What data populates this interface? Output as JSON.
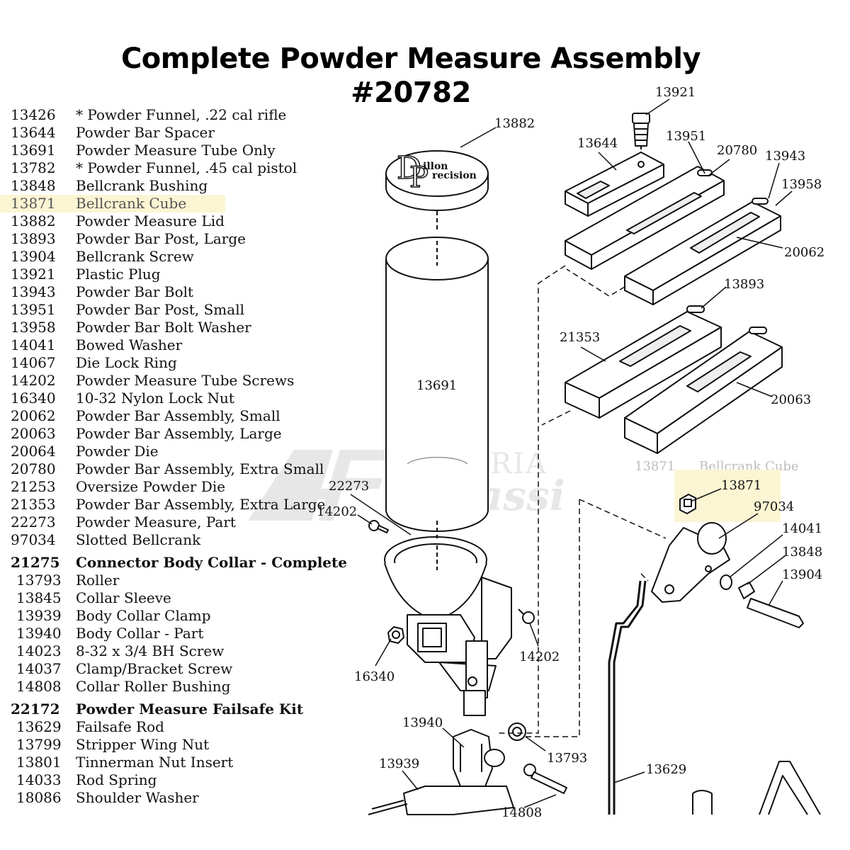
{
  "title": {
    "line1": "Complete Powder Measure Assembly",
    "line2": "#20782"
  },
  "parts": [
    {
      "num": "13426",
      "desc": "* Powder Funnel, .22 cal rifle"
    },
    {
      "num": "13644",
      "desc": "Powder Bar Spacer"
    },
    {
      "num": "13691",
      "desc": "Powder Measure Tube Only"
    },
    {
      "num": "13782",
      "desc": "* Powder Funnel, .45 cal pistol"
    },
    {
      "num": "13848",
      "desc": "Bellcrank Bushing"
    },
    {
      "num": "13871",
      "desc": "Bellcrank Cube"
    },
    {
      "num": "13882",
      "desc": "Powder Measure Lid"
    },
    {
      "num": "13893",
      "desc": "Powder Bar Post, Large"
    },
    {
      "num": "13904",
      "desc": "Bellcrank Screw"
    },
    {
      "num": "13921",
      "desc": "Plastic Plug"
    },
    {
      "num": "13943",
      "desc": "Powder Bar Bolt"
    },
    {
      "num": "13951",
      "desc": "Powder Bar Post, Small"
    },
    {
      "num": "13958",
      "desc": "Powder Bar Bolt Washer"
    },
    {
      "num": "14041",
      "desc": "Bowed Washer"
    },
    {
      "num": "14067",
      "desc": "Die Lock Ring"
    },
    {
      "num": "14202",
      "desc": "Powder Measure Tube Screws"
    },
    {
      "num": "16340",
      "desc": "10-32 Nylon Lock Nut"
    },
    {
      "num": "20062",
      "desc": "Powder Bar Assembly, Small"
    },
    {
      "num": "20063",
      "desc": "Powder Bar Assembly, Large"
    },
    {
      "num": "20064",
      "desc": "Powder Die"
    },
    {
      "num": "20780",
      "desc": "Powder Bar Assembly, Extra Small"
    },
    {
      "num": "21253",
      "desc": "Oversize Powder Die"
    },
    {
      "num": "21353",
      "desc": "Powder Bar Assembly, Extra Large"
    },
    {
      "num": "22273",
      "desc": "Powder Measure, Part"
    },
    {
      "num": "97034",
      "desc": "Slotted Bellcrank"
    }
  ],
  "groups": [
    {
      "num": "21275",
      "desc": "Connector Body Collar - Complete",
      "items": [
        {
          "num": "13793",
          "desc": "Roller"
        },
        {
          "num": "13845",
          "desc": "Collar Sleeve"
        },
        {
          "num": "13939",
          "desc": "Body Collar Clamp"
        },
        {
          "num": "13940",
          "desc": "Body Collar - Part"
        },
        {
          "num": "14023",
          "desc": "8-32 x 3/4 BH Screw"
        },
        {
          "num": "14037",
          "desc": "Clamp/Bracket Screw"
        },
        {
          "num": "14808",
          "desc": "Collar Roller Bushing"
        }
      ]
    },
    {
      "num": "22172",
      "desc": "Powder Measure Failsafe Kit",
      "items": [
        {
          "num": "13629",
          "desc": "Failsafe Rod"
        },
        {
          "num": "13799",
          "desc": "Stripper Wing Nut"
        },
        {
          "num": "13801",
          "desc": "Tinnerman Nut Insert"
        },
        {
          "num": "14033",
          "desc": "Rod Spring"
        },
        {
          "num": "18086",
          "desc": "Shoulder Washer"
        }
      ]
    }
  ],
  "highlight_num": "13871",
  "highlight_color": "#fbf5d3",
  "callouts": {
    "c13921": "13921",
    "c13882": "13882",
    "c13644": "13644",
    "c13951": "13951",
    "c20780": "20780",
    "c13943": "13943",
    "c13958": "13958",
    "c20062": "20062",
    "c13893": "13893",
    "c21353": "21353",
    "c20063": "20063",
    "c13691": "13691",
    "c22273": "22273",
    "c14202a": "14202",
    "c14202b": "14202",
    "c16340": "16340",
    "c13871": "13871",
    "c97034": "97034",
    "c14041": "14041",
    "c13848": "13848",
    "c13904": "13904",
    "c13940": "13940",
    "c13793": "13793",
    "c13939": "13939",
    "c13629": "13629",
    "c14808": "14808"
  },
  "lid_logo": {
    "line1": "illon",
    "line2": "recision"
  },
  "ghost_label": {
    "num": "13871",
    "desc": "Bellcrank Cube"
  },
  "watermark": "ARMERIA facassi"
}
